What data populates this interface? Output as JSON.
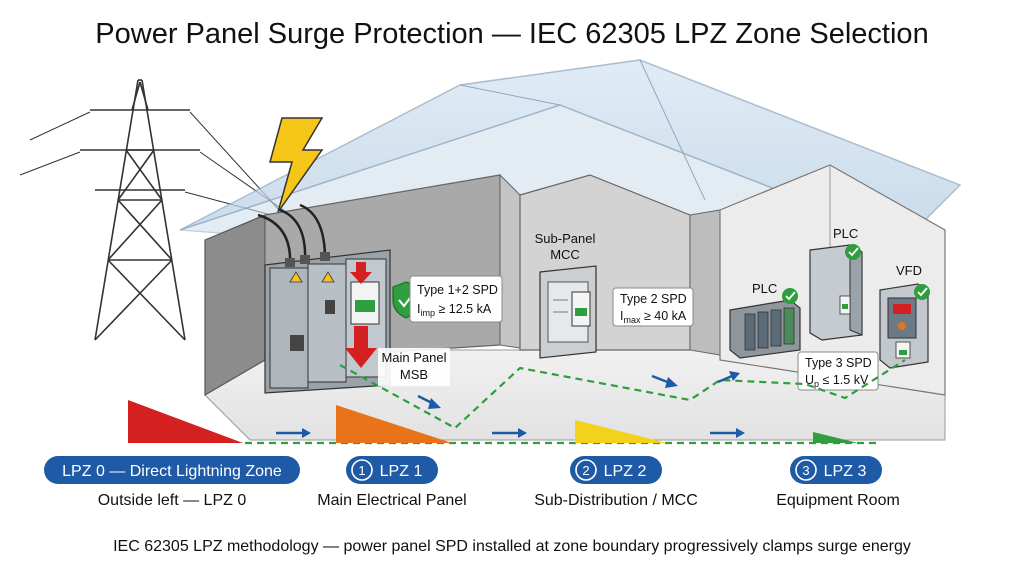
{
  "title": "Power Panel Surge Protection — IEC 62305 LPZ Zone Selection",
  "caption": "IEC 62305 LPZ methodology — power panel SPD installed at zone boundary progressively clamps surge energy",
  "zones": [
    {
      "badge": "LPZ 0 — Direct Lightning Zone",
      "description": "Outside left — LPZ 0",
      "color": "#d42020"
    },
    {
      "number": "1",
      "badge": "LPZ 1",
      "description": "Main Electrical Panel",
      "color": "#e8731a"
    },
    {
      "number": "2",
      "badge": "LPZ 2",
      "description": "Sub-Distribution / MCC",
      "color": "#f2d21a"
    },
    {
      "number": "3",
      "badge": "LPZ 3",
      "description": "Equipment Room",
      "color": "#2e9e3e"
    }
  ],
  "badge_color": "#1f5aa6",
  "labels": {
    "main_panel": [
      "Main Panel",
      "MSB"
    ],
    "sub_panel": [
      "Sub-Panel",
      "MCC"
    ],
    "spd1": [
      "Type 1+2 SPD",
      "I",
      "imp",
      " ≥ 12.5 kA"
    ],
    "spd2": [
      "Type 2 SPD",
      "I",
      "max",
      " ≥ 40 kA"
    ],
    "spd3": [
      "Type 3 SPD",
      "U",
      "p",
      " ≤ 1.5 kV"
    ],
    "plc_a": "PLC",
    "plc_b": "PLC",
    "vfd": "VFD"
  }
}
